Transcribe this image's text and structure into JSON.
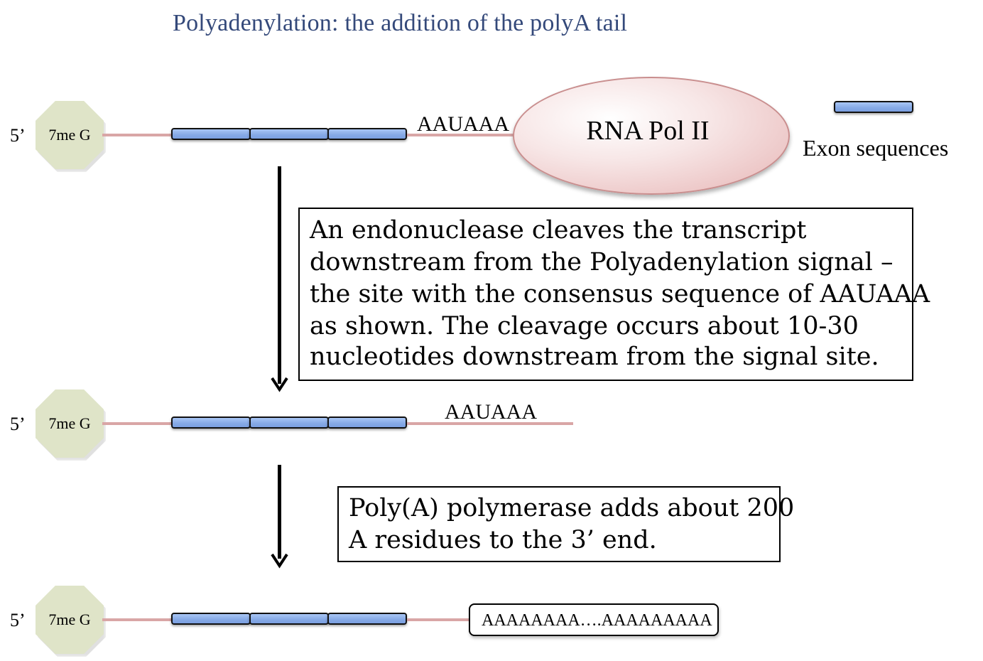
{
  "title": "Polyadenylation: the addition of the polyA tail",
  "five_prime_label": "5’",
  "cap_label": "7me G",
  "signal_sequence": "AAUAAA",
  "polymerase_label": "RNA Pol II",
  "legend": {
    "label": "Exon sequences",
    "icon": "exon-bar"
  },
  "step1_box": {
    "lines": [
      "An endonuclease cleaves the transcript",
      "downstream from the Polyadenylation signal –",
      "the site with the consensus sequence of AAUAAA",
      "as shown. The cleavage occurs about 10-30",
      "nucleotides downstream from the signal site."
    ]
  },
  "step2_box": {
    "lines": [
      "Poly(A) polymerase adds about 200",
      "A residues to the 3’ end."
    ]
  },
  "polyA_tail": "AAAAAAAA….AAAAAAAAA",
  "colors": {
    "title": "#34497a",
    "cap": "#dfe4c8",
    "exon": "#86a9e6",
    "rna_strand": "#d9a6a6",
    "polymerase": "#ecc5c5"
  }
}
